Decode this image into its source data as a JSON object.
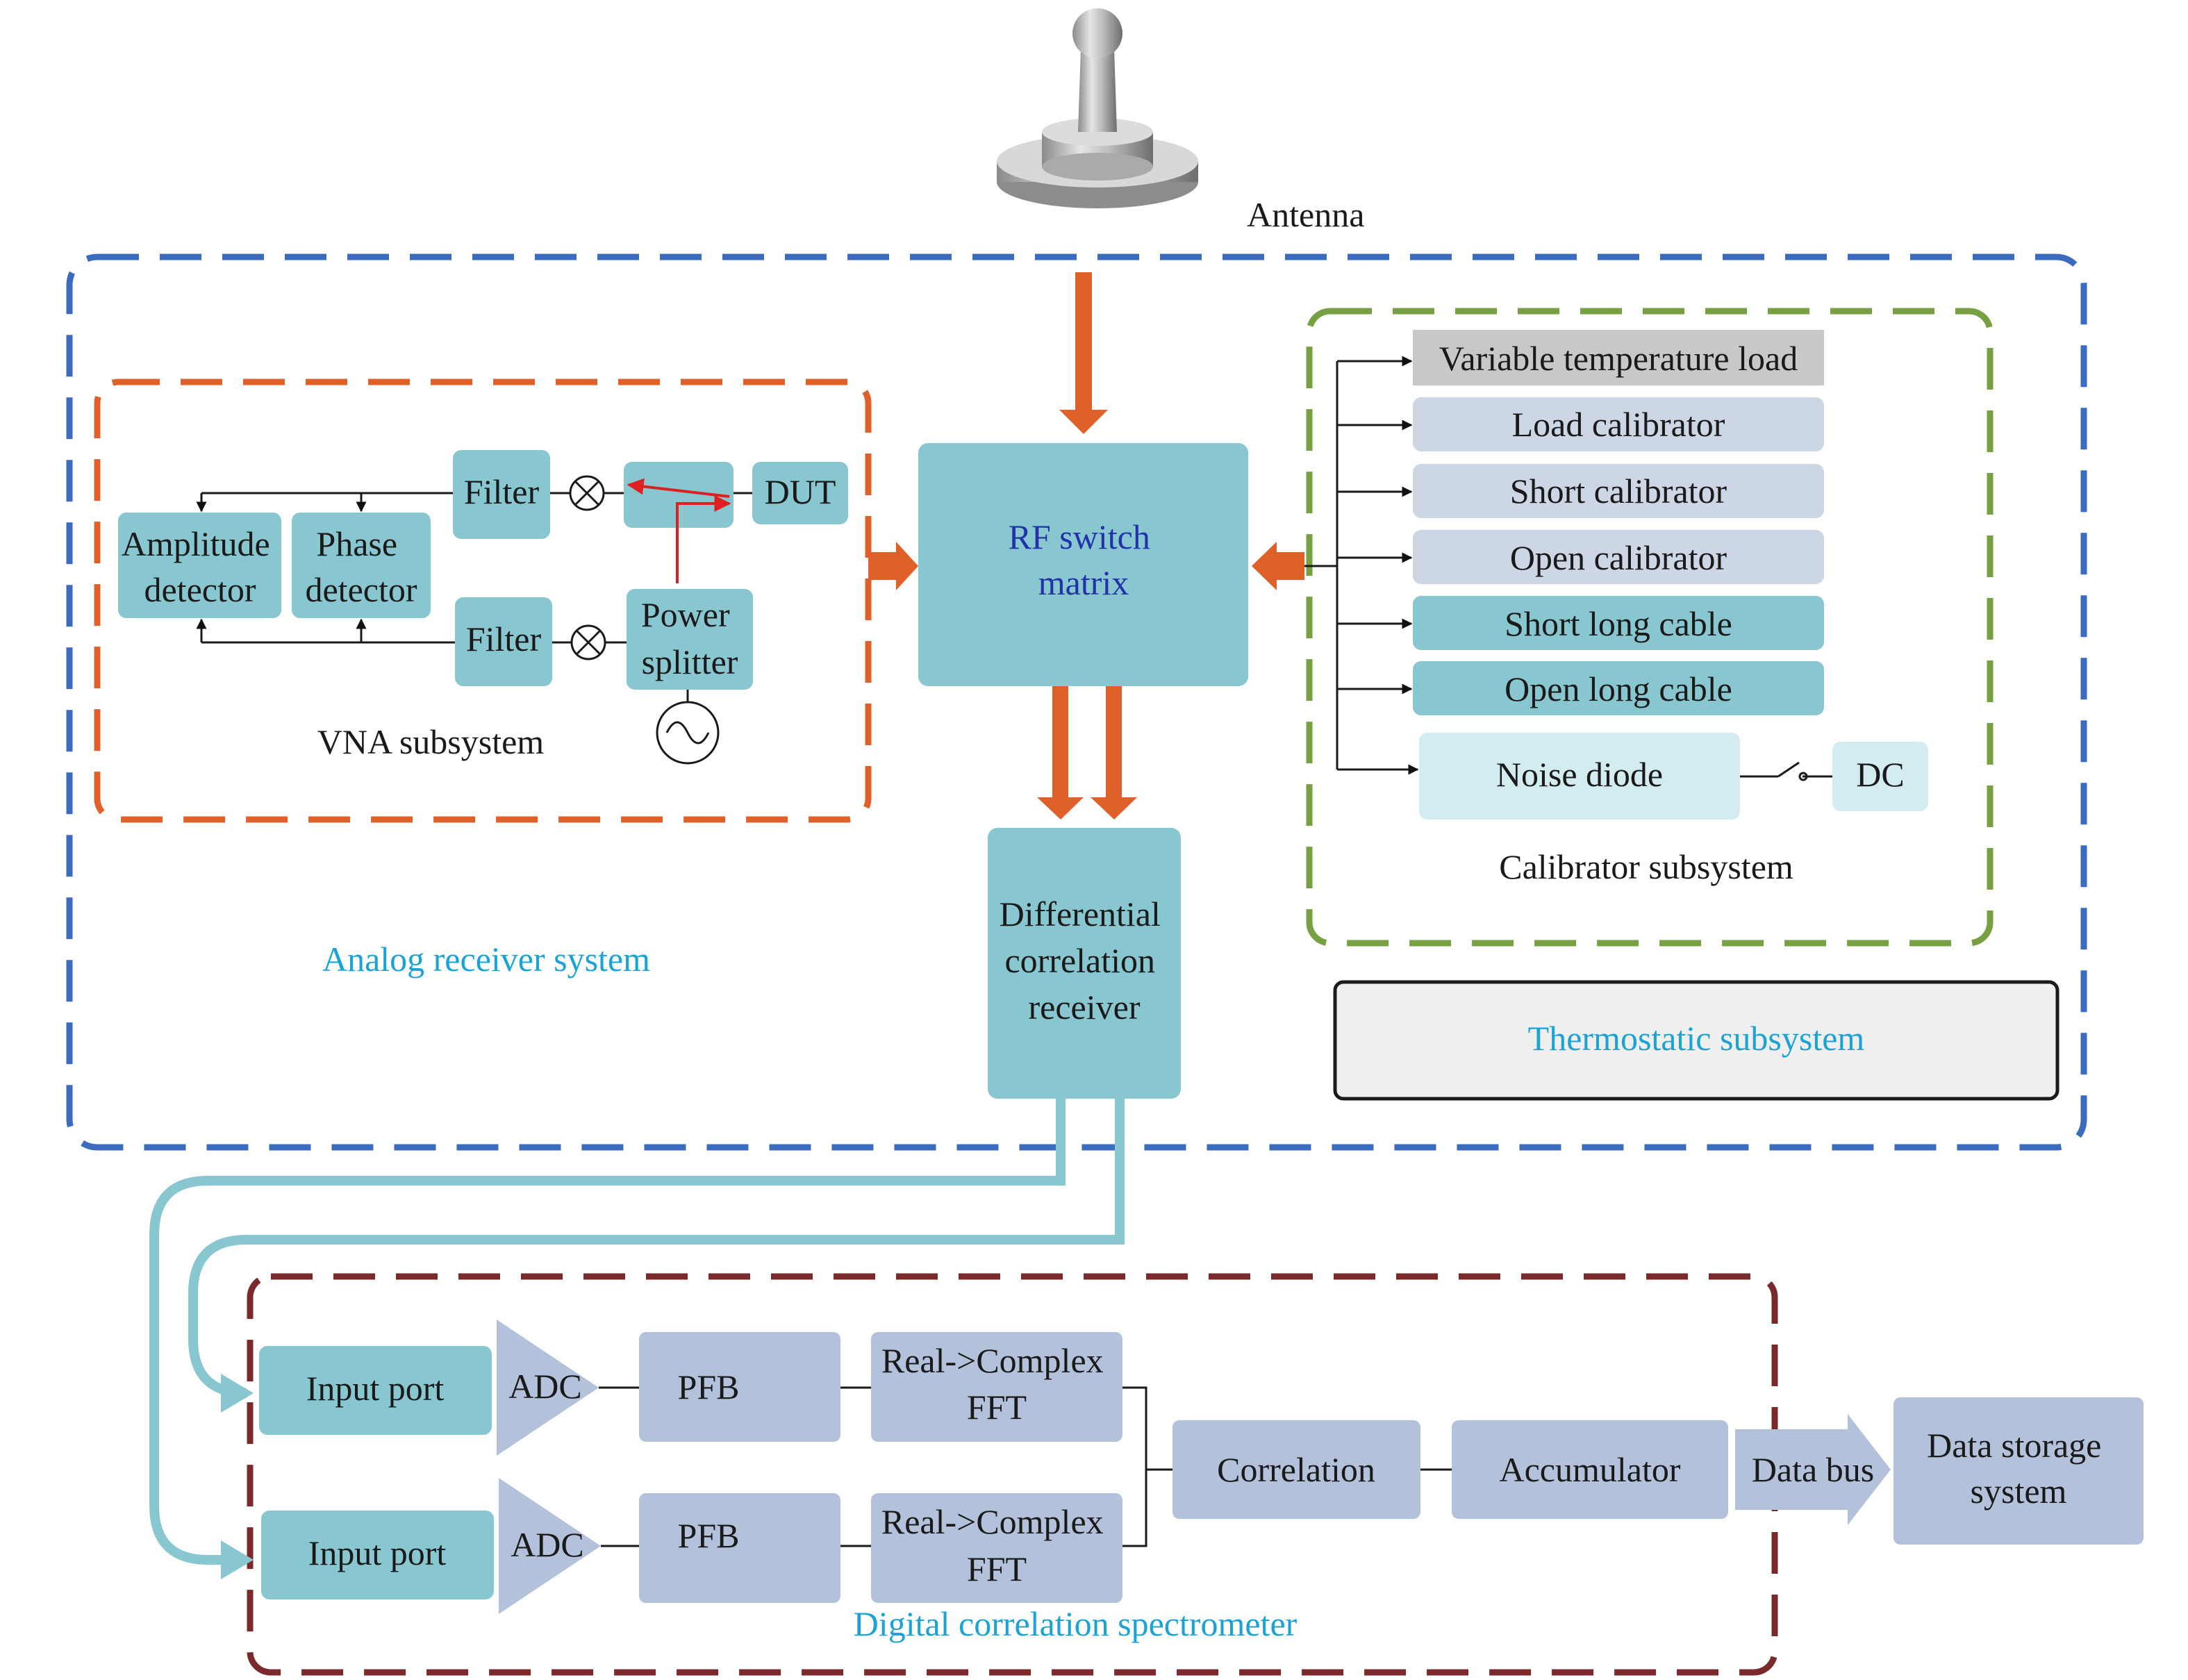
{
  "antenna": {
    "label": "Antenna"
  },
  "analog_receiver": {
    "label": "Analog receiver system"
  },
  "vna": {
    "label": "VNA subsystem",
    "filter_top": "Filter",
    "filter_bottom": "Filter",
    "dut": "DUT",
    "amplitude_detector": [
      "Amplitude",
      "detector"
    ],
    "phase_detector": [
      "Phase",
      "detector"
    ],
    "power_splitter": [
      "Power",
      "splitter"
    ]
  },
  "rf_switch": {
    "label": [
      "RF switch",
      "matrix"
    ]
  },
  "diff_receiver": {
    "label": [
      "Differential",
      "correlation",
      "receiver"
    ]
  },
  "calibrator": {
    "label": "Calibrator subsystem",
    "items": [
      "Variable temperature load",
      "Load calibrator",
      "Short calibrator",
      "Open calibrator",
      "Short long cable",
      "Open long cable"
    ],
    "noise_diode": "Noise diode",
    "dc": "DC"
  },
  "thermostatic": {
    "label": "Thermostatic subsystem"
  },
  "spectrometer": {
    "label": "Digital correlation spectrometer",
    "input_port_1": "Input port",
    "input_port_2": "Input port",
    "adc_1": "ADC",
    "adc_2": "ADC",
    "pfb_1": "PFB",
    "pfb_2": "PFB",
    "fft_1": [
      "Real->Complex",
      "FFT"
    ],
    "fft_2": [
      "Real->Complex",
      "FFT"
    ],
    "correlation": "Correlation",
    "accumulator": "Accumulator",
    "data_bus": "Data bus",
    "data_storage": [
      "Data storage",
      "system"
    ]
  },
  "colors": {
    "teal_box": "#88c6d0",
    "light_teal_box": "#d3ecef",
    "pale_blue_box": "#ccd6e4",
    "gray_load": "#c8c8c8",
    "slate_box": "#b3c2da",
    "orange_arrow": "#e0602a",
    "blue_dash": "#3a6bbf",
    "orange_dash": "#e0602a",
    "green_dash": "#76a041",
    "maroon_dash": "#7a2a2a",
    "cyan_text": "#1aa3d4",
    "rf_text": "#2233aa"
  }
}
